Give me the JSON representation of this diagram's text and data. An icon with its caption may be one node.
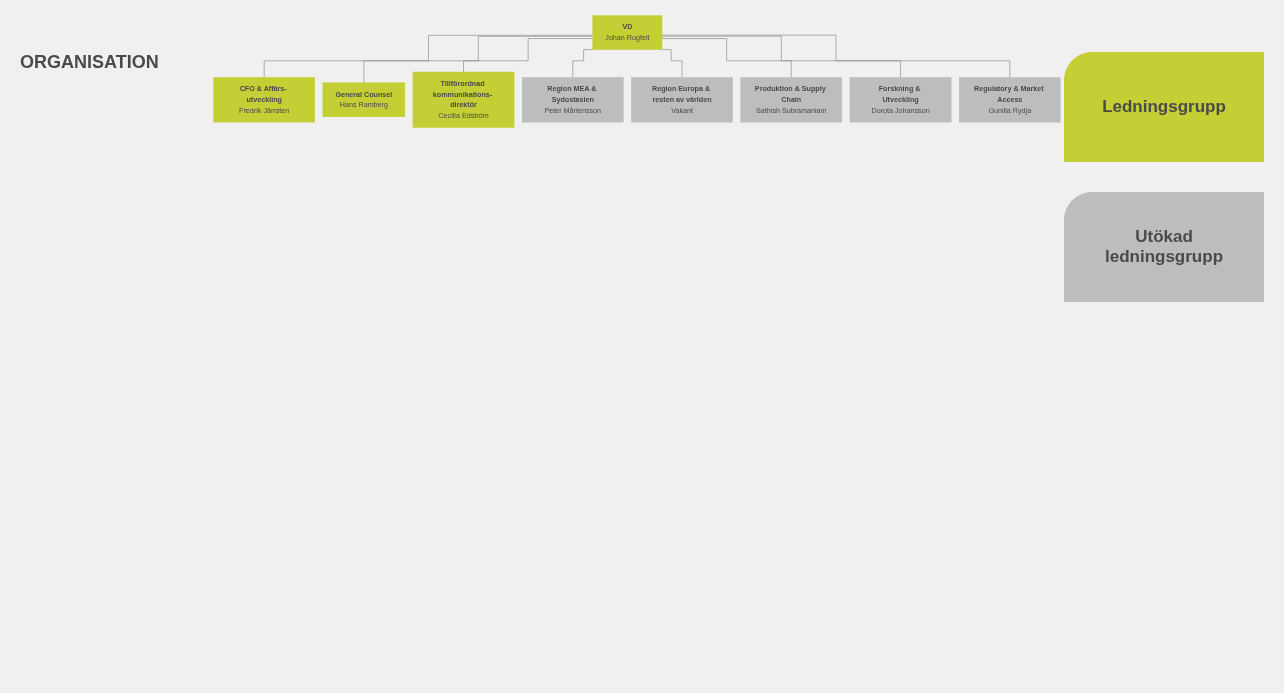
{
  "diagram": {
    "title": "ORGANISATION",
    "nodes": [
      {
        "text": [
          "VD",
          "Johan Rugfelt"
        ]
      },
      {
        "text": [
          "CFO & Affärs- utveckling",
          "Fredrik Järrsten"
        ]
      },
      {
        "text": [
          "General Counsel",
          "Hans Ramberg"
        ]
      },
      {
        "text": [
          "Tillförordnad kommunikations- direktör",
          "Cecilia Edström"
        ]
      },
      {
        "text": [
          "Region MEA & Sydostasien",
          "Peter Mårtensson"
        ]
      },
      {
        "text": [
          "Region Europa & resten av världen",
          "Vakant"
        ]
      },
      {
        "text": [
          "Produktion & Supply Chain",
          "Sathish Subramaniam"
        ]
      },
      {
        "text": [
          "Forskning & Utveckling",
          "Dorota Johansson"
        ]
      },
      {
        "text": [
          "Regulatory & Market Access",
          "Gunilla Rydja"
        ]
      }
    ],
    "edges": [
      {
        "from": 0,
        "to": 1,
        "arrow": "none"
      },
      {
        "from": 0,
        "to": 2,
        "arrow": "none"
      },
      {
        "from": 0,
        "to": 3,
        "arrow": "none"
      },
      {
        "from": 0,
        "to": 4,
        "arrow": "none"
      },
      {
        "from": 0,
        "to": 5,
        "arrow": "none"
      },
      {
        "from": 0,
        "to": 6,
        "arrow": "none"
      },
      {
        "from": 0,
        "to": 7,
        "arrow": "none"
      },
      {
        "from": 0,
        "to": 8,
        "arrow": "none"
      }
    ],
    "legend": [
      {
        "text": "Ledningsgrupp",
        "color": "#c3cf35"
      },
      {
        "text": "Utökad ledningsgrupp",
        "color": "#bbbdbe"
      }
    ]
  }
}
